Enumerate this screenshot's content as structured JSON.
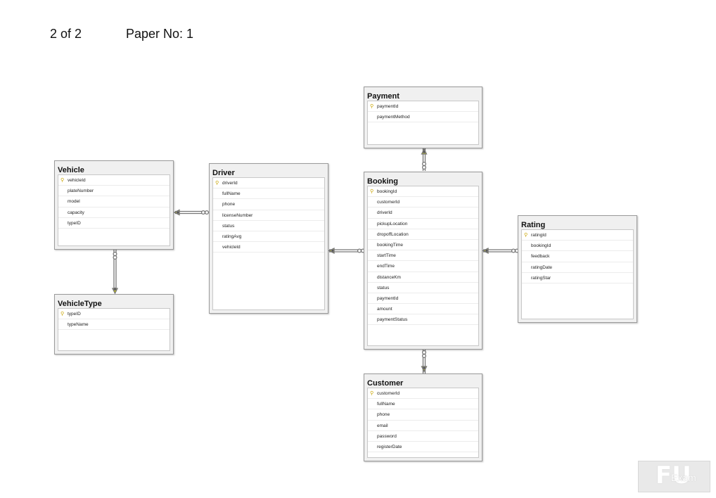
{
  "header": {
    "page": "2 of 2",
    "paper": "Paper No: 1"
  },
  "tables": {
    "vehicle": {
      "name": "Vehicle",
      "pk": "vehicleId",
      "cols": [
        "vehicleId",
        "plateNumber",
        "model",
        "capacity",
        "typeID"
      ]
    },
    "vehicletype": {
      "name": "VehicleType",
      "pk": "typeID",
      "cols": [
        "typeID",
        "typeName"
      ]
    },
    "driver": {
      "name": "Driver",
      "pk": "driverId",
      "cols": [
        "driverId",
        "fullName",
        "phone",
        "licenseNumber",
        "status",
        "ratingAvg",
        "vehicleId"
      ]
    },
    "payment": {
      "name": "Payment",
      "pk": "paymentId",
      "cols": [
        "paymentId",
        "paymentMethod"
      ]
    },
    "booking": {
      "name": "Booking",
      "pk": "bookingId",
      "cols": [
        "bookingId",
        "customerId",
        "driverId",
        "pickupLocation",
        "dropoffLocation",
        "bookingTime",
        "startTime",
        "endTime",
        "distanceKm",
        "status",
        "paymentId",
        "amount",
        "paymentStatus"
      ]
    },
    "rating": {
      "name": "Rating",
      "pk": "ratingId",
      "cols": [
        "ratingId",
        "bookingId",
        "feedback",
        "ratingDate",
        "ratingStar"
      ]
    },
    "customer": {
      "name": "Customer",
      "pk": "customerId",
      "cols": [
        "customerId",
        "fullName",
        "phone",
        "email",
        "password",
        "registerDate"
      ]
    }
  },
  "colors": {
    "key": "#c9a400",
    "link": "#777777",
    "border": "#9a9a9a"
  },
  "watermark": {
    "glyph": "FU",
    "text": "Exam"
  }
}
